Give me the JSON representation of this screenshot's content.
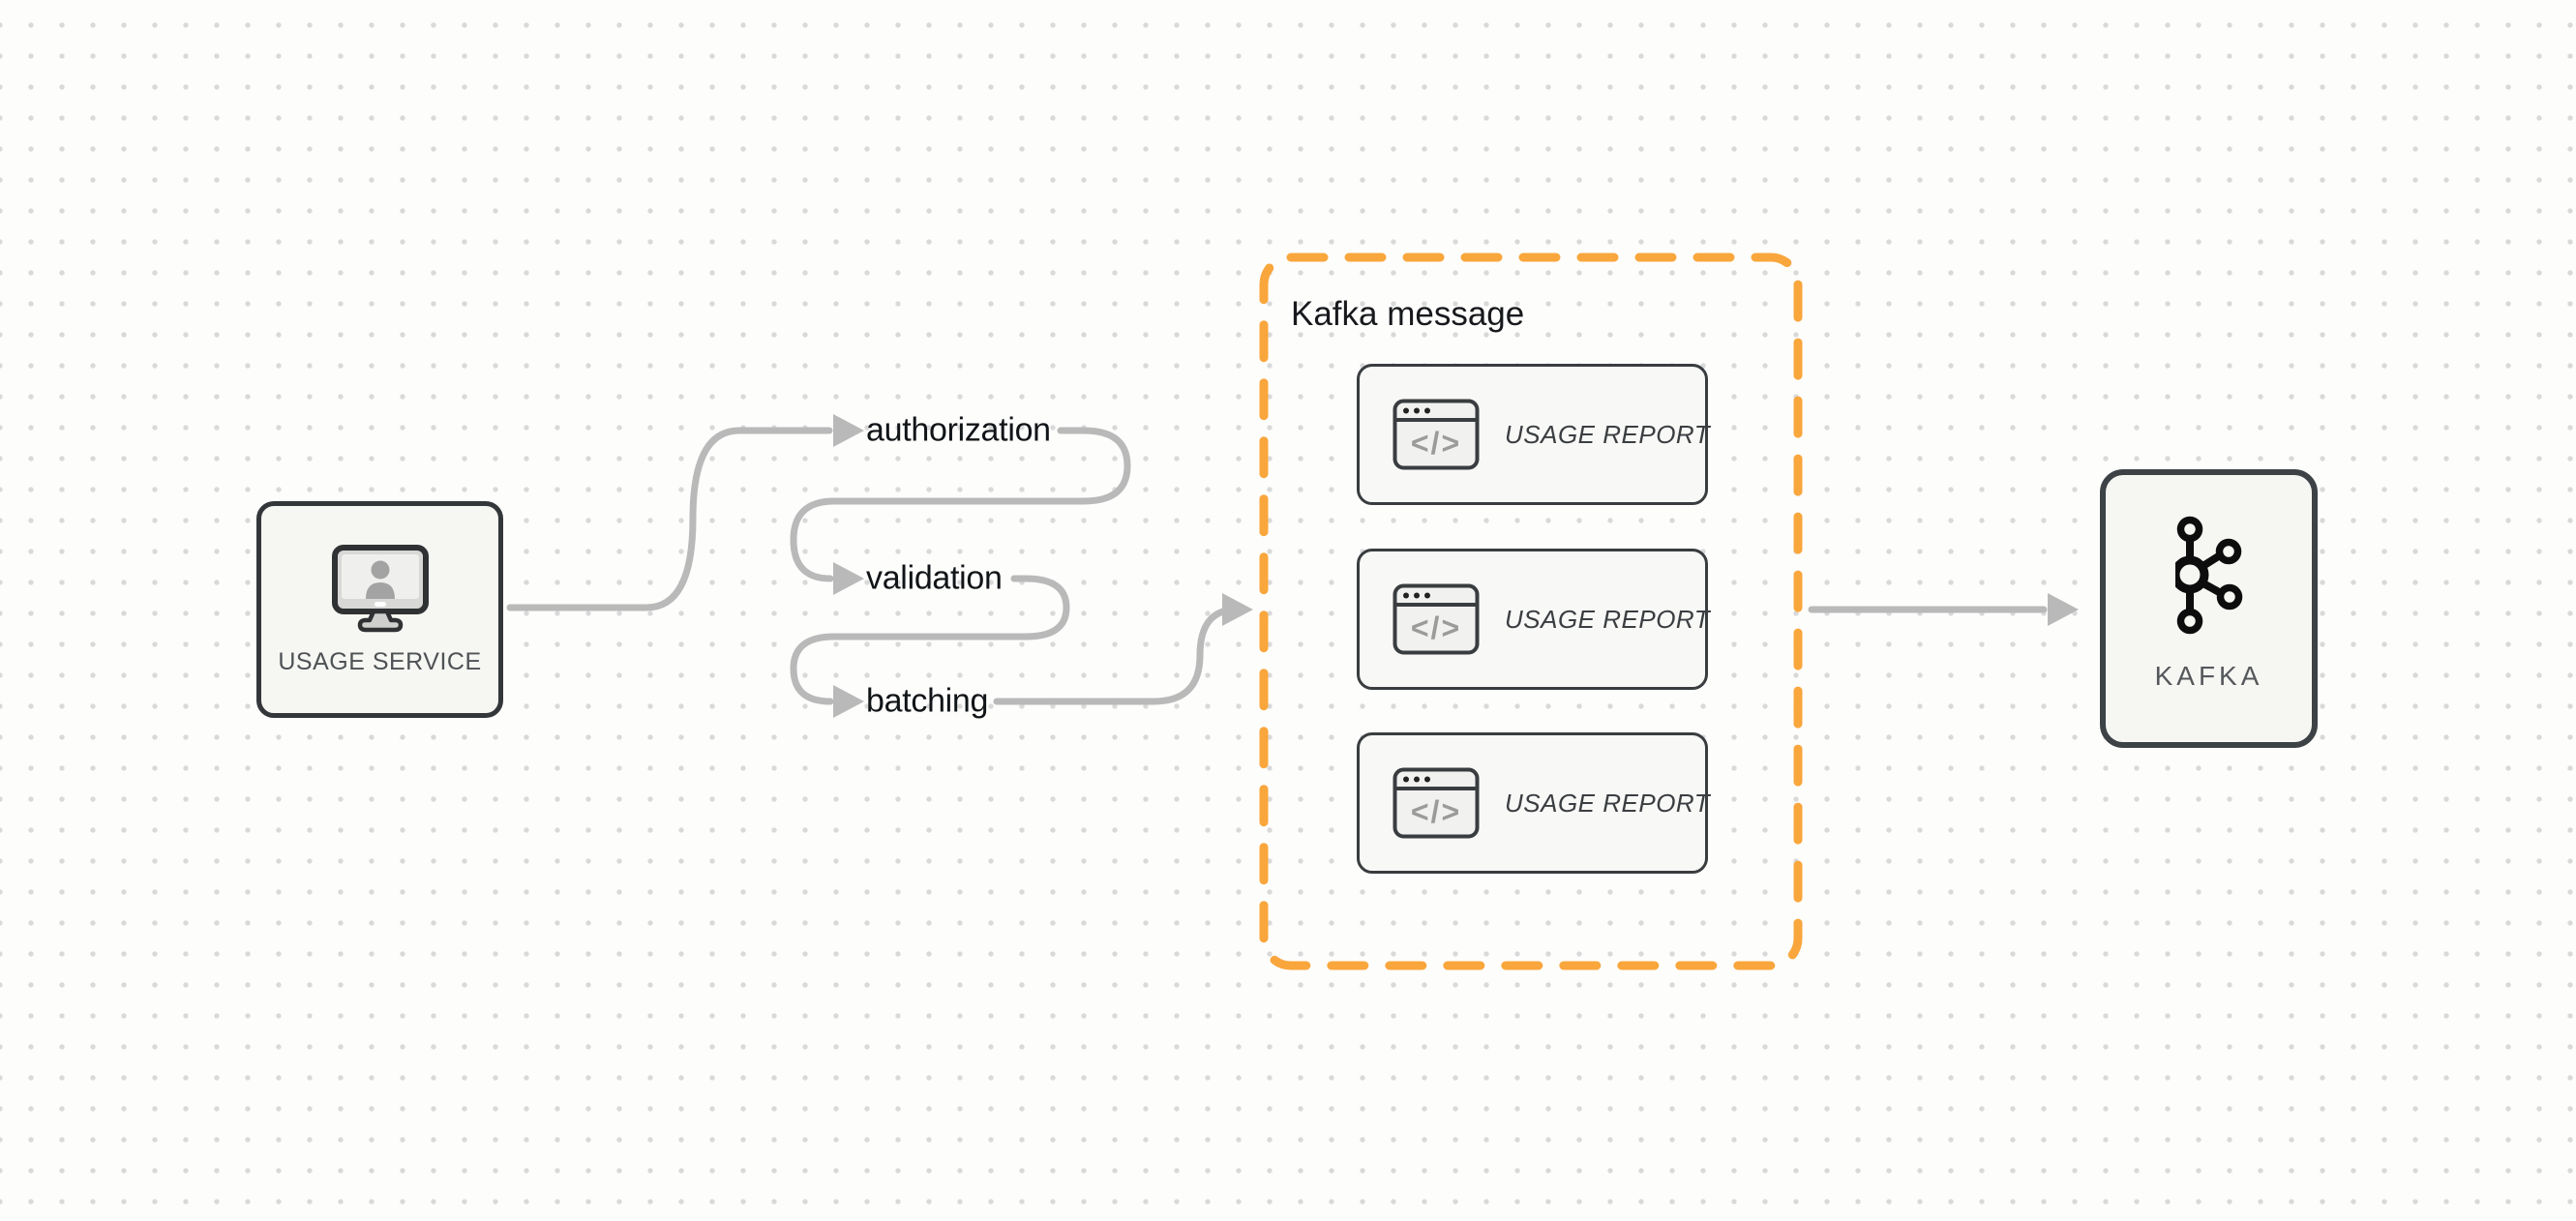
{
  "diagram": {
    "colors": {
      "connector_gray": "#b9b9b9",
      "group_accent_orange": "#f9a63c",
      "node_background": "#f6f6f3",
      "node_border_dark": "#34373a",
      "dot_grid": "#d9d9d9"
    },
    "usage_service": {
      "label": "USAGE SERVICE",
      "icon": "user-monitor-icon"
    },
    "pipeline_steps": [
      {
        "label": "authorization"
      },
      {
        "label": "validation"
      },
      {
        "label": "batching"
      }
    ],
    "kafka_message_group": {
      "title": "Kafka message",
      "cards": [
        {
          "label": "USAGE REPORT",
          "icon": "code-window-icon"
        },
        {
          "label": "USAGE REPORT",
          "icon": "code-window-icon"
        },
        {
          "label": "USAGE REPORT",
          "icon": "code-window-icon"
        }
      ]
    },
    "kafka": {
      "label": "KAFKA",
      "icon": "kafka-logo-icon"
    }
  }
}
